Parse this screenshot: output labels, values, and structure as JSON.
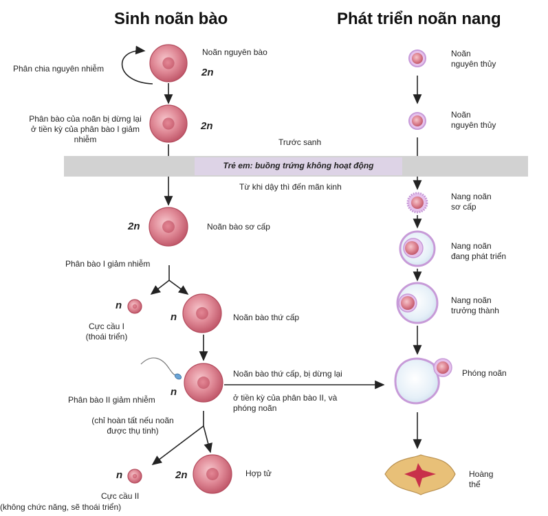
{
  "titles": {
    "left": "Sinh noãn bào",
    "right": "Phát triển noãn nang"
  },
  "band": {
    "text": "Trẻ em: buồng trứng không hoạt động",
    "above": "Trước sanh",
    "below": "Từ khi dậy thì đến mãn kinh"
  },
  "left_labels": {
    "mitosis": "Phân chia nguyên  nhiễm",
    "oogonium": "Noãn nguyên bào",
    "arrest": "Phân bào của noãn bị dừng lại ở tiền kỳ của phân bào I giảm nhiễm",
    "primary_oocyte": "Noãn bào sơ cấp",
    "meiosis1": "Phân bào I giảm nhiễm",
    "polar1": "Cực cầu I\n(thoái triển)",
    "secondary_oocyte": "Noãn bào thứ cấp",
    "meiosis2": "Phân bào II giảm nhiễm",
    "meiosis2_note": "(chỉ hoàn tất nếu noãn được thụ tinh)",
    "arrest2_line1": "Noãn bào thứ cấp, bị dừng lại",
    "arrest2_line2": "ở tiền kỳ của phân bào II,  và phóng noãn",
    "polar2": "Cực cầu  II",
    "polar2_note": "(không chức năng, sẽ thoái triển)",
    "zygote": "Hợp tử"
  },
  "ploidy": {
    "p1": "2n",
    "p2": "2n",
    "p3": "2n",
    "p4": "n",
    "p5": "n",
    "p6": "n",
    "p7": "n",
    "p8": "2n"
  },
  "right_labels": {
    "primordial1": "Noãn\nnguyên thủy",
    "primordial2": "Noãn\nnguyên thủy",
    "primary_follicle": "Nang noãn\nsơ cấp",
    "growing_follicle": "Nang noãn\nđang phát triển",
    "mature_follicle": "Nang noãn\ntrưởng thành",
    "ovulation": "Phóng noãn",
    "corpus_luteum": "Hoàng\nthể"
  },
  "colors": {
    "cell_fill": "#d9707e",
    "cell_edge": "#b34a5c",
    "follicle": "#c79ad8",
    "band": "#d2d2d2",
    "corpus": "#e8c078",
    "corpus_core": "#c8304a"
  }
}
